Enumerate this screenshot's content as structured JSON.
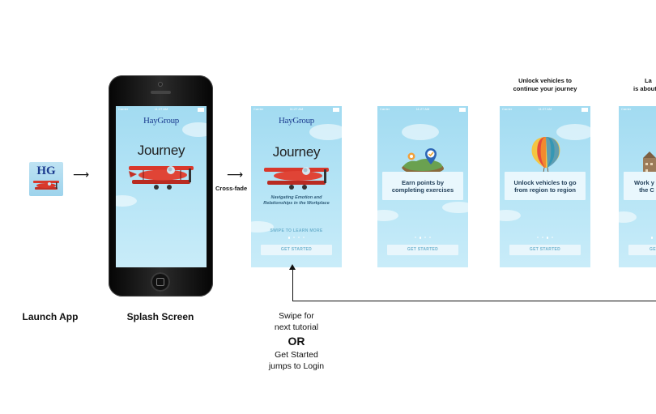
{
  "steps": {
    "launch": {
      "label": "Launch App",
      "icon_text": "HG"
    },
    "splash": {
      "label": "Splash Screen"
    },
    "crossfade": {
      "label": "Cross-fade"
    }
  },
  "screen_common": {
    "carrier": "Carrier",
    "time": "11:27 AM",
    "brand": "HayGroup",
    "app_title": "Journey",
    "get_started": "GET STARTED"
  },
  "tutorial_1": {
    "subtitle_line1": "Navigating Emotion and",
    "subtitle_line2": "Relationships in the Workplace",
    "swipe_hint": "SWIPE TO LEARN MORE",
    "active_dot": 1
  },
  "tutorial_2": {
    "caption_line1": "Earn points by",
    "caption_line2": "completing exercises",
    "active_dot": 2
  },
  "tutorial_3": {
    "top_line1": "Unlock vehicles to",
    "top_line2": "continue your journey",
    "caption_line1": "Unlock vehicles to go",
    "caption_line2": "from region to region",
    "active_dot": 3
  },
  "tutorial_4": {
    "top_line1": "La",
    "top_line2": "is about",
    "caption_line1": "Work y",
    "caption_line2": "the C",
    "btn_partial": "GE"
  },
  "flow_note": {
    "line1": "Swipe for",
    "line2": "next tutorial",
    "or": "OR",
    "line3": "Get Started",
    "line4": "jumps to Login"
  },
  "colors": {
    "sky": "#a2dbf1",
    "brand_blue": "#1b3b8f",
    "plane_red": "#d9382b",
    "button_text": "#6fb3cf"
  }
}
